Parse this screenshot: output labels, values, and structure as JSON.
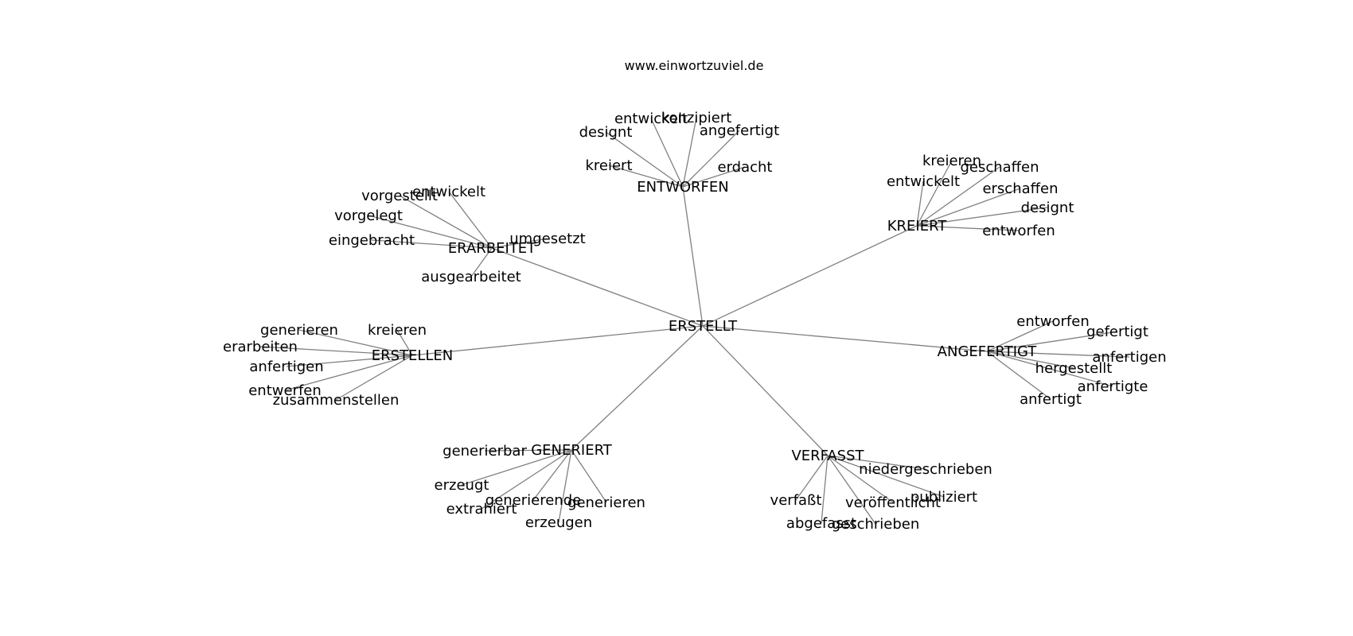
{
  "site_label": "www.einwortzuviel.de",
  "root": "ERSTELLT",
  "clusters": [
    {
      "hub": "ENTWORFEN",
      "words": [
        "entwickelt",
        "konzipiert",
        "designt",
        "angefertigt",
        "kreiert",
        "erdacht"
      ]
    },
    {
      "hub": "KREIERT",
      "words": [
        "kreieren",
        "geschaffen",
        "entwickelt",
        "erschaffen",
        "designt",
        "entworfen"
      ]
    },
    {
      "hub": "ERARBEITET",
      "words": [
        "vorgestellt",
        "entwickelt",
        "vorgelegt",
        "eingebracht",
        "umgesetzt",
        "ausgearbeitet"
      ]
    },
    {
      "hub": "ERSTELLEN",
      "words": [
        "generieren",
        "kreieren",
        "erarbeiten",
        "anfertigen",
        "entwerfen",
        "zusammenstellen"
      ]
    },
    {
      "hub": "ANGEFERTIGT",
      "words": [
        "entworfen",
        "gefertigt",
        "anfertigen",
        "hergestellt",
        "anfertigte",
        "anfertigt"
      ]
    },
    {
      "hub": "GENERIERT",
      "words": [
        "generierbar",
        "erzeugt",
        "generierende",
        "generieren",
        "extrahiert",
        "erzeugen"
      ]
    },
    {
      "hub": "VERFASST",
      "words": [
        "niedergeschrieben",
        "verfaßt",
        "veröffentlicht",
        "publiziert",
        "abgefasst",
        "geschrieben"
      ]
    }
  ]
}
